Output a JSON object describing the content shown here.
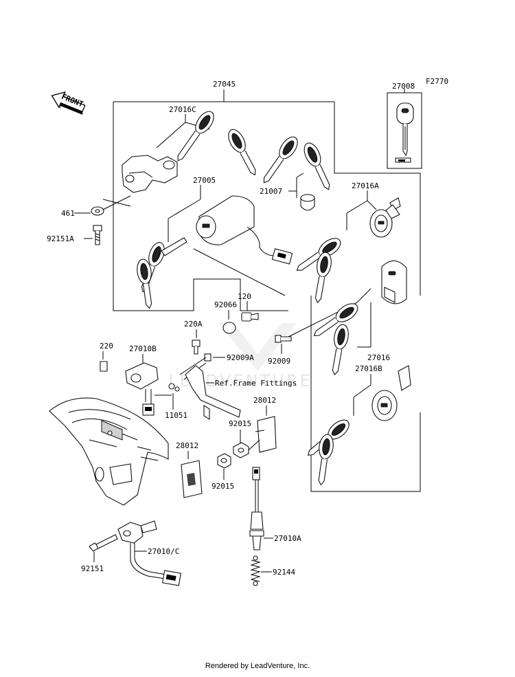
{
  "diagram_code": "F2770",
  "front_arrow": "FRONT",
  "watermark": "LEADVENTURE",
  "footer": "Rendered by LeadVenture, Inc.",
  "ref_note": "Ref.Frame Fittings",
  "labels": {
    "p27045": "27045",
    "p27008": "27008",
    "p27016C": "27016C",
    "p27005": "27005",
    "p21007": "21007",
    "p27016A": "27016A",
    "p461": "461",
    "p92151A": "92151A",
    "p120": "120",
    "p92066": "92066",
    "p220A": "220A",
    "p220": "220",
    "p27010B": "27010B",
    "p92009A": "92009A",
    "p92009": "92009",
    "p27016": "27016",
    "p27016B": "27016B",
    "p11051": "11051",
    "p28012a": "28012",
    "p92015a": "92015",
    "p28012b": "28012",
    "p92015b": "92015",
    "p27010A": "27010A",
    "p92151": "92151",
    "p27010C": "27010/C",
    "p92144": "92144"
  }
}
